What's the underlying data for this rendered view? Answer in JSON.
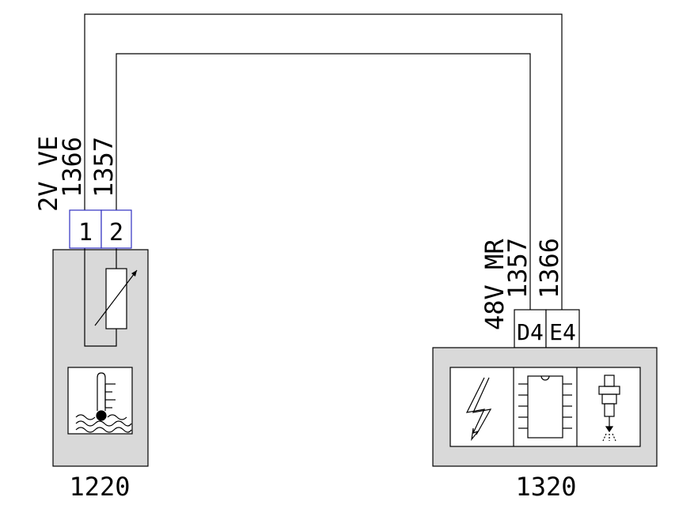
{
  "colors": {
    "wire": "#000000",
    "module_fill": "#d9d9d9",
    "connector_border_left": "#3030c0",
    "background": "#ffffff"
  },
  "left_wire_labels": {
    "color_code": "2V VE",
    "wire_a": "1366",
    "wire_b": "1357"
  },
  "right_wire_labels": {
    "color_code": "48V MR",
    "wire_a": "1357",
    "wire_b": "1366"
  },
  "left_connector": {
    "pin1": "1",
    "pin2": "2"
  },
  "right_connector": {
    "pin1": "D4",
    "pin2": "E4"
  },
  "components": {
    "left_id": "1220",
    "right_id": "1320"
  },
  "icons": {
    "left_sensor": "variable-resistor-icon",
    "left_function": "coolant-temperature-icon",
    "right_power": "lightning-bolt-icon",
    "right_ecu": "chip-icon",
    "right_actuator": "injector-icon"
  }
}
